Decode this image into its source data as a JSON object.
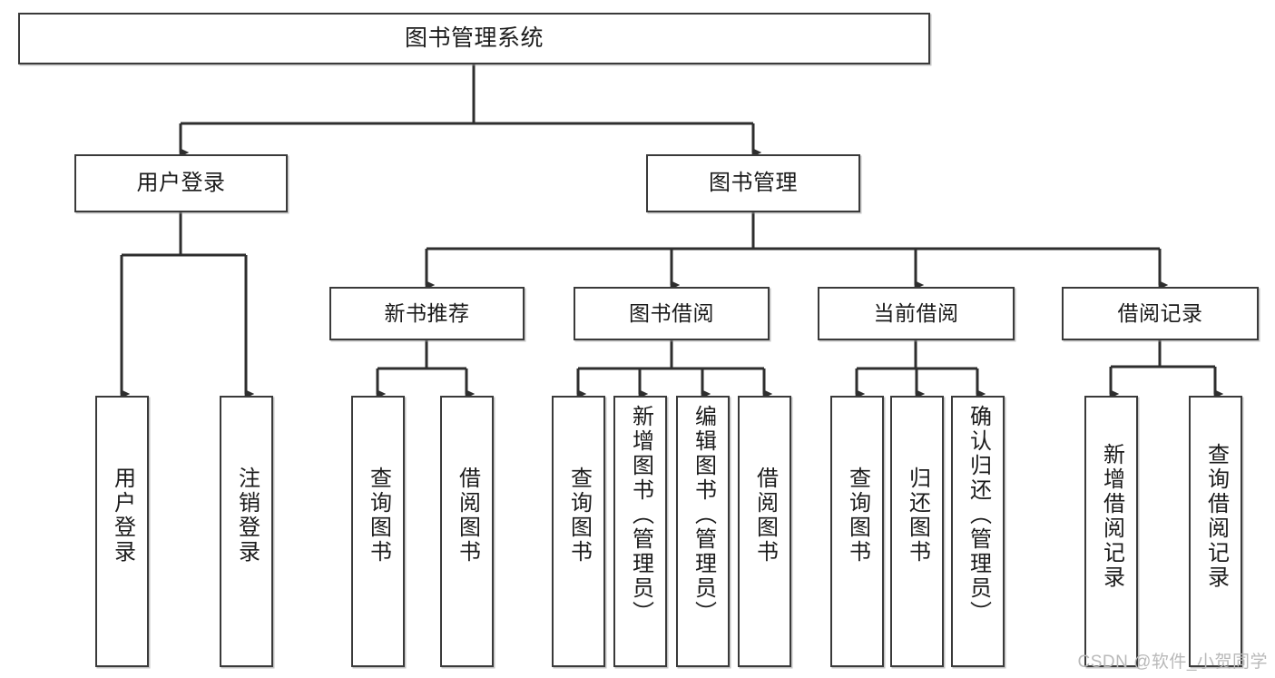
{
  "diagram": {
    "type": "tree-hierarchy-flowchart",
    "title": "图书管理系统",
    "colors": {
      "box_border": "#3a3a3a",
      "box_fill": "#ffffff",
      "connector": "#2e2e2e",
      "text": "#1b1b1b",
      "watermark": "#b9b9b9"
    },
    "levels": [
      {
        "level": 1,
        "nodes": [
          {
            "id": "root",
            "label": "图书管理系统",
            "orientation": "horizontal"
          }
        ]
      },
      {
        "level": 2,
        "nodes": [
          {
            "id": "user-login",
            "label": "用户登录",
            "parent": "root",
            "orientation": "horizontal"
          },
          {
            "id": "book-manage",
            "label": "图书管理",
            "parent": "root",
            "orientation": "horizontal"
          }
        ]
      },
      {
        "level": 3,
        "nodes": [
          {
            "id": "new-book-rec",
            "label": "新书推荐",
            "parent": "book-manage",
            "orientation": "horizontal"
          },
          {
            "id": "book-borrow",
            "label": "图书借阅",
            "parent": "book-manage",
            "orientation": "horizontal"
          },
          {
            "id": "current-borrow",
            "label": "当前借阅",
            "parent": "book-manage",
            "orientation": "horizontal"
          },
          {
            "id": "borrow-record",
            "label": "借阅记录",
            "parent": "book-manage",
            "orientation": "horizontal"
          }
        ]
      },
      {
        "level": 4,
        "nodes": [
          {
            "id": "leaf-1",
            "label": "用户登录",
            "parent": "user-login",
            "orientation": "vertical"
          },
          {
            "id": "leaf-2",
            "label": "注销登录",
            "parent": "user-login",
            "orientation": "vertical"
          },
          {
            "id": "leaf-3",
            "label": "查询图书",
            "parent": "new-book-rec",
            "orientation": "vertical"
          },
          {
            "id": "leaf-4",
            "label": "借阅图书",
            "parent": "new-book-rec",
            "orientation": "vertical"
          },
          {
            "id": "leaf-5",
            "label": "查询图书",
            "parent": "book-borrow",
            "orientation": "vertical"
          },
          {
            "id": "leaf-6",
            "label": "新增图书（管理员）",
            "parent": "book-borrow",
            "orientation": "vertical"
          },
          {
            "id": "leaf-7",
            "label": "编辑图书（管理员）",
            "parent": "book-borrow",
            "orientation": "vertical"
          },
          {
            "id": "leaf-8",
            "label": "借阅图书",
            "parent": "book-borrow",
            "orientation": "vertical"
          },
          {
            "id": "leaf-9",
            "label": "查询图书",
            "parent": "current-borrow",
            "orientation": "vertical"
          },
          {
            "id": "leaf-10",
            "label": "归还图书",
            "parent": "current-borrow",
            "orientation": "vertical"
          },
          {
            "id": "leaf-11",
            "label": "确认归还（管理员）",
            "parent": "current-borrow",
            "orientation": "vertical"
          },
          {
            "id": "leaf-12",
            "label": "新增借阅记录",
            "parent": "borrow-record",
            "orientation": "vertical"
          },
          {
            "id": "leaf-13",
            "label": "查询借阅记录",
            "parent": "borrow-record",
            "orientation": "vertical"
          }
        ]
      }
    ]
  },
  "watermark": {
    "text": "CSDN @软件_小贺同学"
  }
}
